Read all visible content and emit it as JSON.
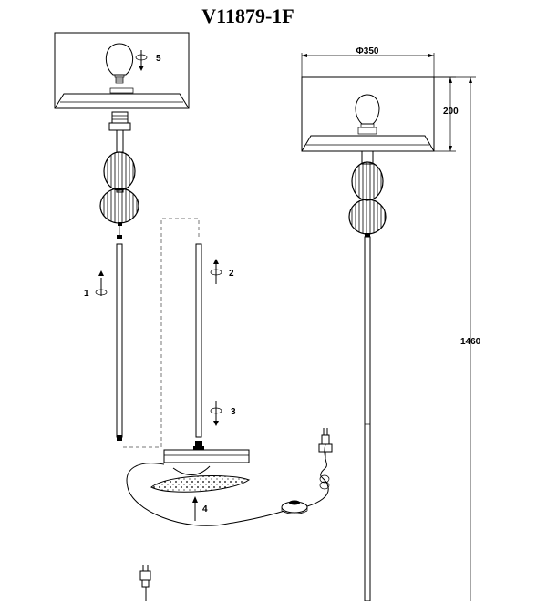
{
  "title": "V11879-1F",
  "dimensions": {
    "shade_diameter": "Φ350",
    "shade_height": "200",
    "total_height": "1460"
  },
  "steps": [
    "1",
    "2",
    "3",
    "4",
    "5"
  ],
  "icons": [
    "bulb-icon",
    "rotate-arrow-icon",
    "plug-icon",
    "foot-switch-icon"
  ],
  "colors": {
    "line": "#000000",
    "dashed": "#777777"
  }
}
